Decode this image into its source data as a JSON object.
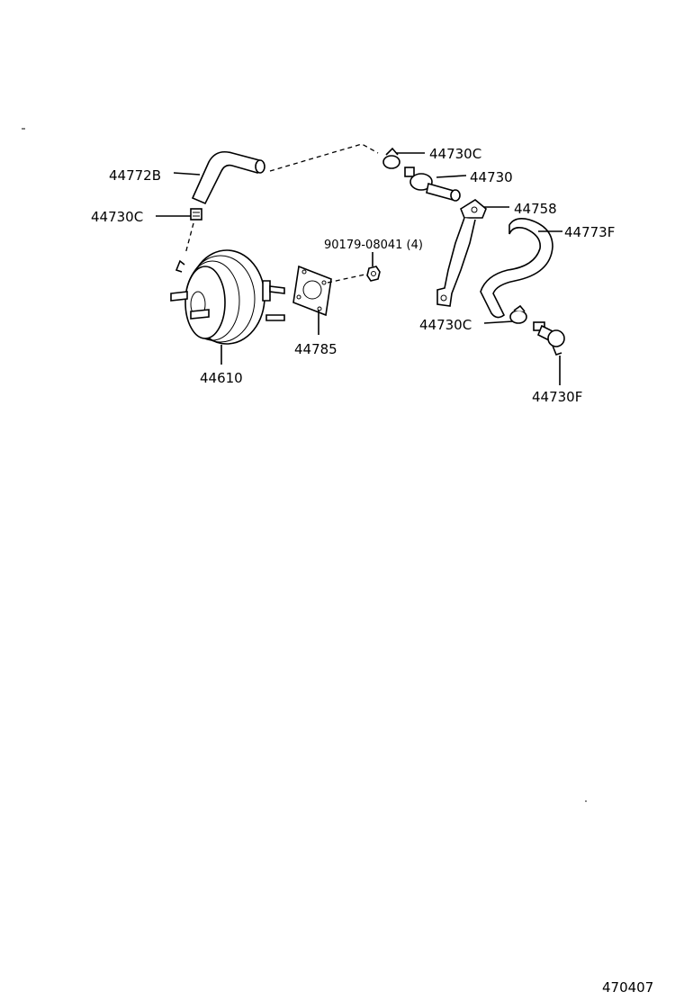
{
  "parts": [
    {
      "key": "hose_b",
      "label": "44772B"
    },
    {
      "key": "clamp_c_top",
      "label": "44730C"
    },
    {
      "key": "valve",
      "label": "44730"
    },
    {
      "key": "bracket",
      "label": "44758"
    },
    {
      "key": "clamp_c_left",
      "label": "44730C"
    },
    {
      "key": "hose_f",
      "label": "44773F"
    },
    {
      "key": "nut",
      "label": "90179-08041 (4)"
    },
    {
      "key": "gasket",
      "label": "44785"
    },
    {
      "key": "booster",
      "label": "44610"
    },
    {
      "key": "clamp_c_bottom",
      "label": "44730C"
    },
    {
      "key": "union_f",
      "label": "44730F"
    }
  ],
  "figure_code": "470407"
}
